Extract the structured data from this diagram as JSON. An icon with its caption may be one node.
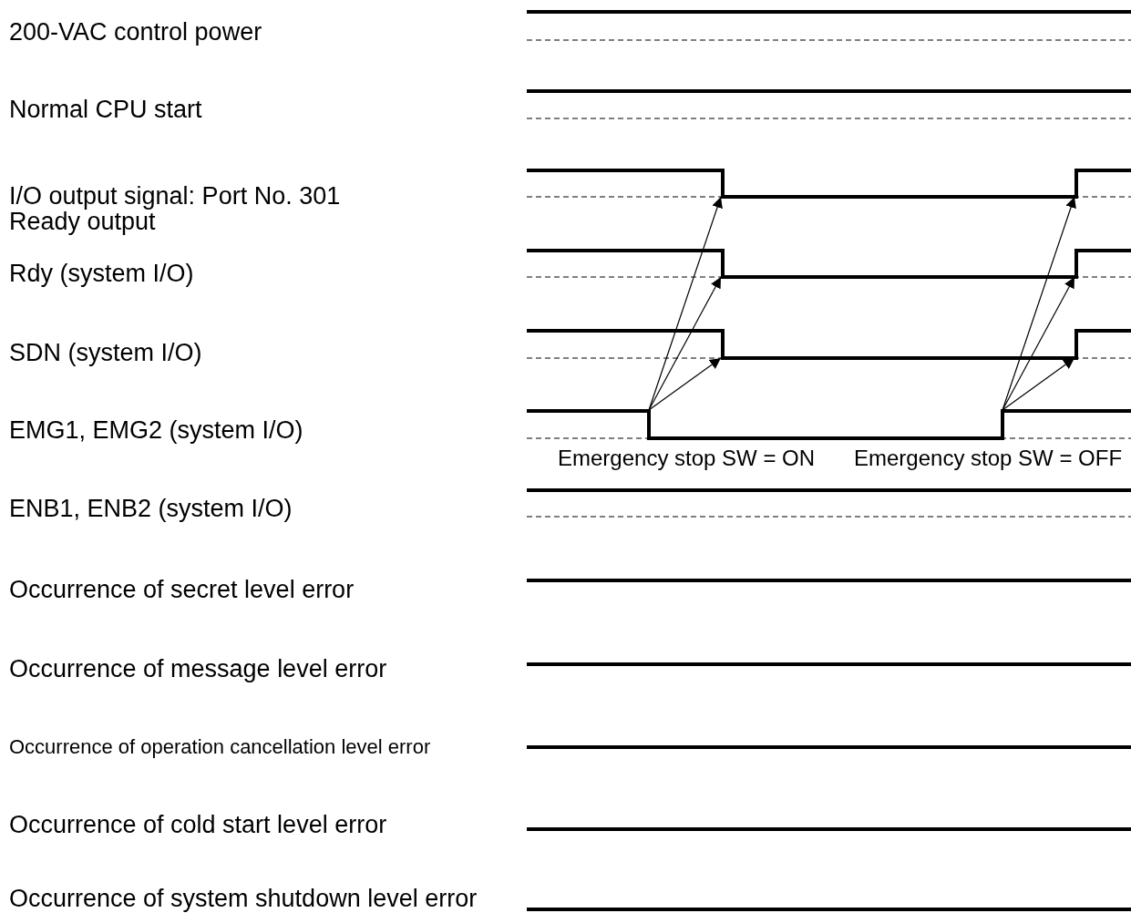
{
  "diagram": {
    "nodes": [
      {
        "text": [],
        "shape": "bar"
      },
      {
        "text": [],
        "shape": "bar"
      },
      {
        "text": [],
        "shape": "bar"
      },
      {
        "text": [],
        "shape": "bar"
      },
      {
        "text": [],
        "shape": "bar"
      },
      {
        "text": [],
        "shape": "bar"
      },
      {
        "text": [],
        "shape": "bar"
      },
      {
        "text": [],
        "shape": "bar"
      }
    ],
    "edges": [
      {
        "from": 6,
        "to": 0,
        "arrow": "to"
      },
      {
        "from": 6,
        "to": 2,
        "arrow": "to"
      },
      {
        "from": 6,
        "to": 4,
        "arrow": "to"
      },
      {
        "from": 7,
        "to": 1,
        "arrow": "to"
      },
      {
        "from": 7,
        "to": 3,
        "arrow": "to"
      },
      {
        "from": 7,
        "to": 5,
        "arrow": "to"
      }
    ],
    "labels": [
      "200-VAC control power",
      "Normal CPU start",
      "I/O output signal: Port No. 301 Ready output",
      "Rdy (system I/O)",
      "SDN (system I/O)",
      "EMG1, EMG2 (system I/O)",
      "Emergency stop SW = ON",
      "Emergency stop SW = OFF",
      "ENB1, ENB2 (system I/O)",
      "Occurrence of secret level error",
      "Occurrence of message level error",
      "Occurrence of operation cancellation level error",
      "Occurrence of cold start level error",
      "Occurrence of system shutdown level error"
    ]
  }
}
